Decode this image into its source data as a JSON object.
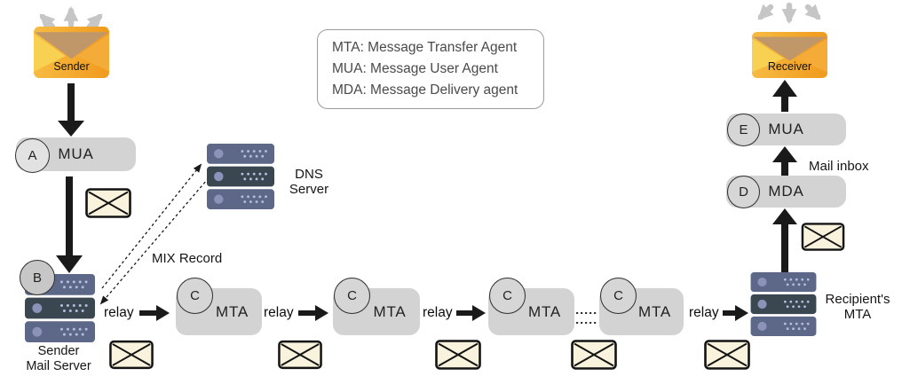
{
  "legend": {
    "lines": [
      "MTA: Message Transfer Agent",
      "MUA: Message User Agent",
      "MDA: Message Delivery agent"
    ]
  },
  "sender": {
    "label": "Sender"
  },
  "receiver": {
    "label": "Receiver"
  },
  "badges": {
    "a": "A",
    "b": "B",
    "c": "C",
    "d": "D",
    "e": "E"
  },
  "nodes": {
    "mua_sender": {
      "label": "MUA"
    },
    "sender_mail_server": {
      "line1": "Sender",
      "line2": "Mail Server"
    },
    "dns_server": {
      "line1": "DNS",
      "line2": "Server"
    },
    "mta_chain": [
      {
        "label": "MTA"
      },
      {
        "label": "MTA"
      },
      {
        "label": "MTA"
      },
      {
        "label": "MTA"
      }
    ],
    "recipient_mta": {
      "line1": "Recipient's",
      "line2": "MTA"
    },
    "mda": {
      "label": "MDA"
    },
    "mua_receiver": {
      "label": "MUA"
    }
  },
  "edge_labels": {
    "relays": [
      "relay",
      "relay",
      "relay",
      "relay"
    ],
    "mix_record": "MIX Record",
    "mail_inbox": "Mail inbox"
  },
  "icons": {
    "mail_envelope": "mail-envelope-icon",
    "server_rack": "server-rack-icon",
    "outgoing_arrows": "outgoing-arrows-icon"
  },
  "colors": {
    "envelope_orange_light": "#f7bb42",
    "envelope_orange_dark": "#f09a1d",
    "envelope_flap_tan": "#bf9769",
    "envelope_left_yellow": "#f8d052",
    "envelope_right_orange": "#f4ab37",
    "server_unit_slate": "#5d6787",
    "server_unit_dark": "#3a4750",
    "pill_gray": "#d3d3d3",
    "badge_gray": "#d6d6d6",
    "mail_icon_cream": "#f9f2dc",
    "arrow_black": "#1a1a1a",
    "arrow_gray": "#c6c6c6"
  }
}
